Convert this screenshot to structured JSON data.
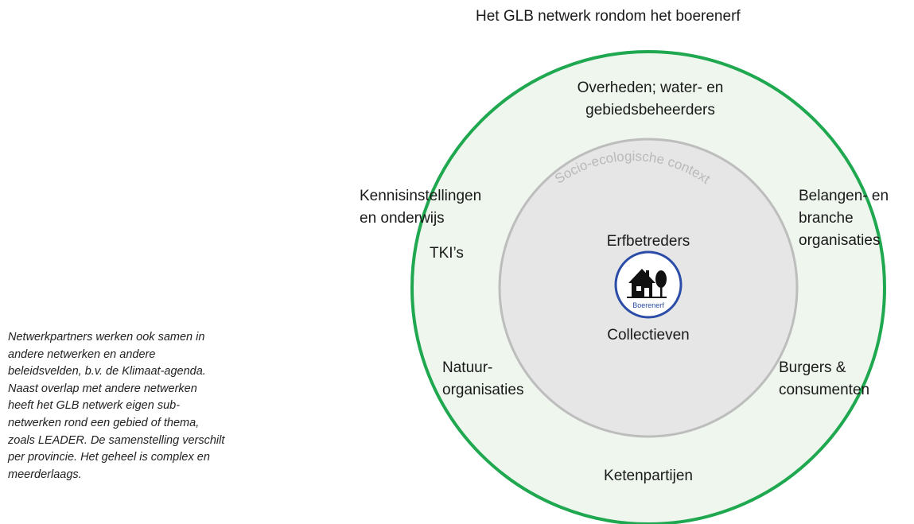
{
  "title": "Het GLB netwerk rondom het boerenerf",
  "inner_arc_label": "Socio-ecologische context",
  "center_logo": {
    "icon": "farmhouse-tree-icon",
    "text": "Boerenerf"
  },
  "inner_labels": {
    "top": "Erfbetreders",
    "bottom": "Collectieven"
  },
  "outer_labels": {
    "top": [
      "Overheden; water- en",
      "gebiedsbeheerders"
    ],
    "upper_left": [
      "Kennisinstellingen",
      "en onderwijs"
    ],
    "upper_left_extra": "TKI’s",
    "upper_right": [
      "Belangen- en",
      "branche",
      "organisaties"
    ],
    "lower_left": [
      "Natuur-",
      "organisaties"
    ],
    "lower_right": [
      "Burgers &",
      "consumenten"
    ],
    "bottom": "Ketenpartijen"
  },
  "side_note": [
    "Netwerkpartners werken ook samen in",
    "andere netwerken en andere",
    "beleidsvelden, b.v. de Klimaat-agenda.",
    "Naast overlap  met andere netwerken",
    "heeft het GLB netwerk eigen sub-",
    "netwerken rond een gebied of thema,",
    "zoals LEADER.  De samenstelling verschilt",
    "per provincie. Het geheel is complex  en",
    "meerderlaags."
  ],
  "colors": {
    "outer_ring": "#1fa84f",
    "outer_fill": "#eef6ee",
    "inner_ring": "#bdbdbd",
    "inner_fill": "#e6e6e6",
    "logo_ring": "#2b4da8",
    "arc_text": "#b9b9b9"
  }
}
